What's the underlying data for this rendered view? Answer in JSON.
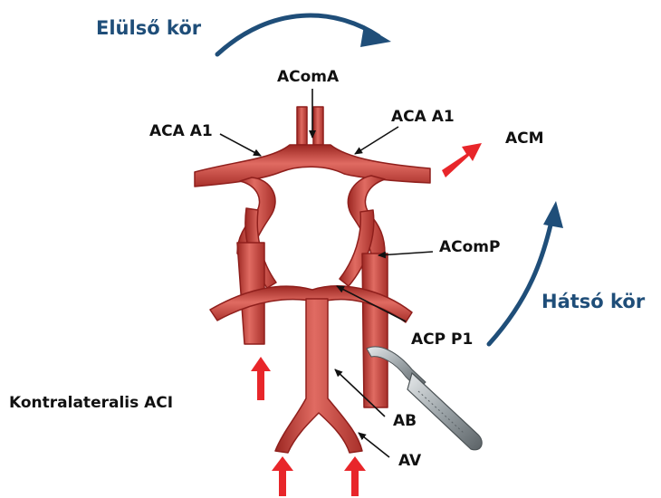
{
  "titles": {
    "anterior_circle": "Elülső kör",
    "posterior_circle": "Hátsó kör"
  },
  "labels": {
    "acoma": "AComA",
    "aca_left": "ACA A1",
    "aca_right": "ACA A1",
    "acm": "ACM",
    "acomp": "AComP",
    "acp_p1": "ACP P1",
    "ab": "AB",
    "av": "AV",
    "contralateral": "Kontralateralis ACI"
  },
  "colors": {
    "title_blue": "#1f4e79",
    "flow_arrow_red": "#e8262a",
    "vessel_fill": "#c9443f",
    "vessel_edge": "#8f1f1c",
    "vessel_highlight": "#ef8f83",
    "clip_metal": "#9aa2a6"
  },
  "icons": {
    "flow_arrows": "red-block-arrow",
    "circle_direction": "curved-arrow",
    "surgical_clip": "aneurysm-clip-icon"
  }
}
